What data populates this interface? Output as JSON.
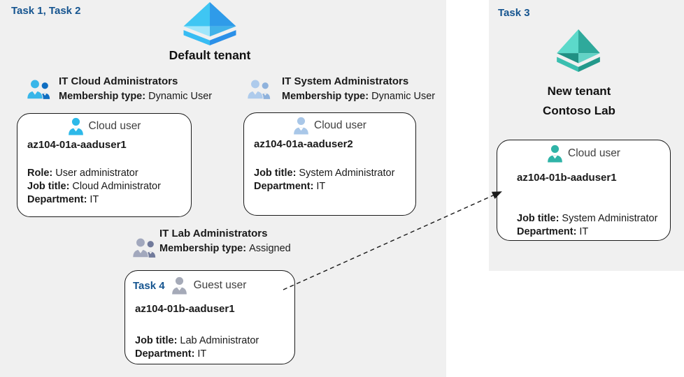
{
  "colors": {
    "panel_background": "#f0f0f0",
    "task_label_blue": "#15548f",
    "azure_icon_blue": "#2f9be9",
    "new_tenant_icon_teal": "#2fb3a7",
    "card_border": "#1a1a1a"
  },
  "default_tenant": {
    "task_label": "Task 1, Task 2",
    "title": "Default tenant",
    "groups": [
      {
        "name": "IT Cloud Administrators",
        "membership_label": "Membership type:",
        "membership_value": "Dynamic User"
      },
      {
        "name": "IT System Administrators",
        "membership_label": "Membership type:",
        "membership_value": "Dynamic User"
      },
      {
        "name": "IT Lab Administrators",
        "membership_label": "Membership type:",
        "membership_value": "Assigned"
      }
    ],
    "cards": [
      {
        "type_label": "Cloud user",
        "name": "az104-01a-aaduser1",
        "attrs": [
          {
            "label": "Role:",
            "value": "User administrator"
          },
          {
            "label": "Job title:",
            "value": "Cloud Administrator"
          },
          {
            "label": "Department:",
            "value": "IT"
          }
        ]
      },
      {
        "type_label": "Cloud user",
        "name": "az104-01a-aaduser2",
        "attrs": [
          {
            "label": "Job title:",
            "value": "System Administrator"
          },
          {
            "label": "Department:",
            "value": "IT"
          }
        ]
      },
      {
        "task_label": "Task 4",
        "type_label": "Guest user",
        "name": "az104-01b-aaduser1",
        "attrs": [
          {
            "label": "Job title:",
            "value": "Lab Administrator"
          },
          {
            "label": "Department:",
            "value": "IT"
          }
        ]
      }
    ]
  },
  "new_tenant": {
    "task_label": "Task 3",
    "title_line1": "New tenant",
    "title_line2": "Contoso Lab",
    "card": {
      "type_label": "Cloud user",
      "name": "az104-01b-aaduser1",
      "attrs": [
        {
          "label": "Job title:",
          "value": "System Administrator"
        },
        {
          "label": "Department:",
          "value": "IT"
        }
      ]
    }
  },
  "arrow": {
    "style": "dashed",
    "from": "Guest user az104-01b-aaduser1",
    "to": "New tenant Cloud user az104-01b-aaduser1"
  }
}
